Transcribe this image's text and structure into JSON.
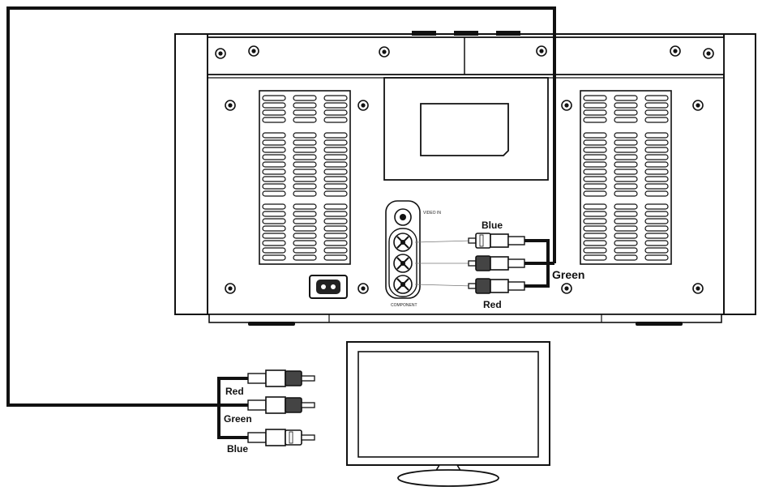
{
  "diagram": {
    "unit_labels": {
      "blue": "Blue",
      "green": "Green",
      "red": "Red",
      "top_jack": "VIDEO IN",
      "jack_group": "COMPONENT"
    },
    "tv_labels": {
      "red": "Red",
      "green": "Green",
      "blue": "Blue"
    }
  },
  "colors": {
    "line": "#111111",
    "background": "#ffffff"
  }
}
